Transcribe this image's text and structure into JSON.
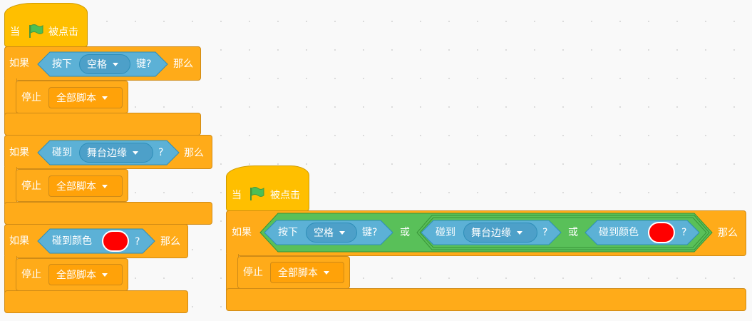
{
  "labels": {
    "when": "当",
    "clicked": "被点击",
    "if": "如果",
    "then": "那么",
    "key_pressed": "按下",
    "key_suffix": "键?",
    "touching": "碰到",
    "touching_color": "碰到颜色",
    "question": "?",
    "or": "或",
    "stop": "停止",
    "stop_all": "全部脚本",
    "space": "空格",
    "edge": "舞台边缘"
  },
  "colors": {
    "control": "#ffab19",
    "events": "#ffbf00",
    "sensing": "#5cb1d6",
    "operators": "#59c059",
    "touch_color_swatch": "#ff0000"
  },
  "icons": {
    "green_flag": "green-flag-icon",
    "dropdown": "dropdown-arrow-icon"
  }
}
